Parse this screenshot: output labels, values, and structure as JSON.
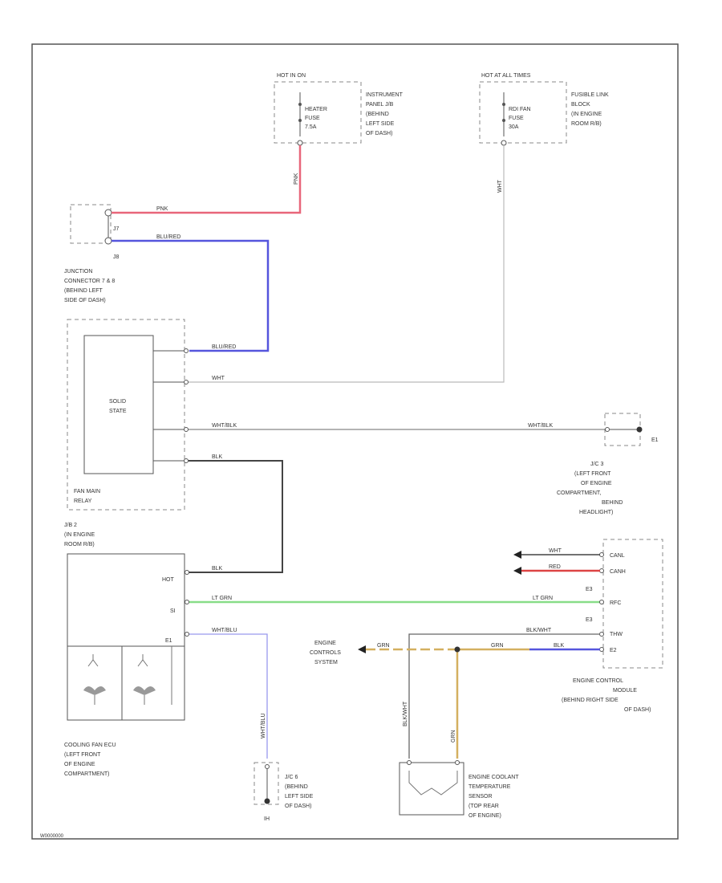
{
  "labels": {
    "hot_in_on": "HOT IN ON",
    "hot_at_all_times": "HOT AT ALL TIMES",
    "heater_fuse": "HEATER",
    "heater_fuse_2": "FUSE",
    "heater_fuse_amp": "7.5A",
    "radfan_fuse": "RDI FAN",
    "radfan_fuse_2": "FUSE",
    "radfan_fuse_amp": "30A",
    "instrument_panel_jb": [
      "INSTRUMENT",
      "PANEL J/B",
      "(BEHIND",
      "LEFT SIDE",
      "OF DASH)"
    ],
    "fusible_link_block": [
      "FUSIBLE LINK",
      "BLOCK",
      "(IN ENGINE",
      "ROOM R/B)"
    ],
    "junction_connector": [
      "JUNCTION",
      "CONNECTOR 7 & 8",
      "(BEHIND LEFT",
      "SIDE OF DASH)"
    ],
    "solid_state": [
      "SOLID",
      "STATE"
    ],
    "fan_main_relay": [
      "FAN MAIN",
      "RELAY"
    ],
    "jb2": [
      "J/B 2",
      "(IN ENGINE",
      "ROOM R/B)"
    ],
    "jc3": [
      "J/C 3",
      "(LEFT FRONT",
      "OF ENGINE",
      "COMPARTMENT,",
      "BEHIND",
      "HEADLIGHT)"
    ],
    "engine_control_module": [
      "ENGINE CONTROL",
      "MODULE",
      "(BEHIND RIGHT SIDE",
      "OF DASH)"
    ],
    "engine_controls_system": [
      "ENGINE",
      "CONTROLS",
      "SYSTEM"
    ],
    "cooling_fan_ecu": [
      "COOLING FAN ECU",
      "(LEFT FRONT",
      "OF ENGINE",
      "COMPARTMENT)"
    ],
    "jc6": [
      "J/C 6",
      "(BEHIND",
      "LEFT SIDE",
      "OF DASH)"
    ],
    "coolant_sensor": [
      "ENGINE COOLANT",
      "TEMPERATURE",
      "SENSOR",
      "(TOP REAR",
      "OF ENGINE)"
    ],
    "ground_e1": "E1",
    "ground_ih": "IH",
    "pin_j7": "J7",
    "pin_j8": "J8",
    "pin_hot": "HOT",
    "pin_si": "SI",
    "pin_e1": "E1",
    "ecm_pins": [
      "CANL",
      "CANH",
      "E3",
      "RFC",
      "E3",
      "THW",
      "E2"
    ],
    "corner_code": "W0000000"
  },
  "wires": {
    "pnk": "PNK",
    "blu_red": "BLU/RED",
    "wht": "WHT",
    "wht_blk": "WHT/BLK",
    "blk": "BLK",
    "lt_grn": "LT GRN",
    "wht_blu": "WHT/BLU",
    "red": "RED",
    "grn": "GRN",
    "blk_wht": "BLK/WHT"
  },
  "colors": {
    "pnk": "#e8667a",
    "blu": "#5555dd",
    "wht": "#bbbbbb",
    "blk": "#444444",
    "lt_grn": "#88dd88",
    "red": "#dd4444",
    "grn_tan": "#d4b060",
    "frame": "#555555"
  }
}
